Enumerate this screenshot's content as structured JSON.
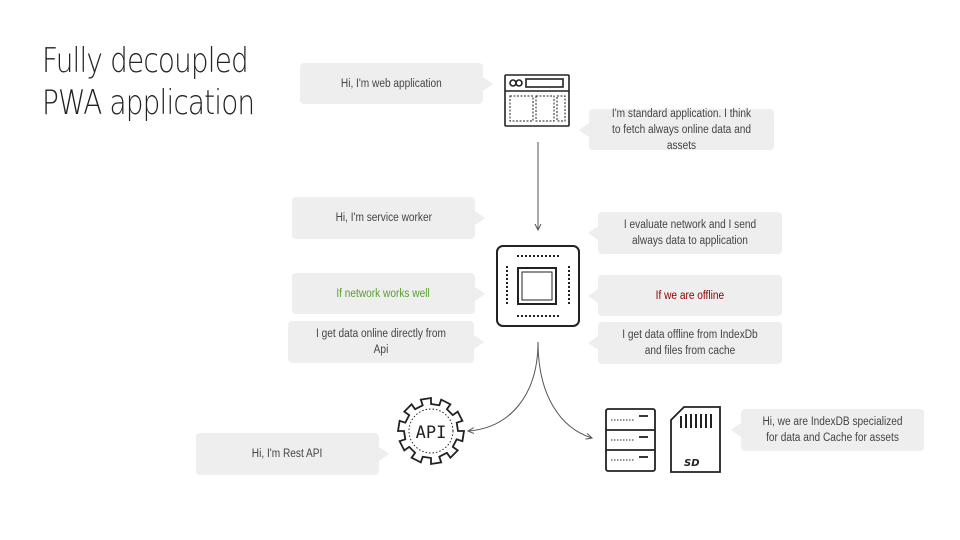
{
  "title": {
    "line1": "Fully decoupled",
    "line2": "PWA application"
  },
  "bubbles": {
    "web_app": "Hi, I'm web application",
    "standard_app": "I'm standard application. I think to fetch always online data and assets",
    "service_worker": "Hi, I'm service worker",
    "evaluate_network": "I evaluate network and I send always data to application",
    "network_works": "If network works well",
    "offline": "If we are offline",
    "data_online": "I get data online directly from Api",
    "data_offline": "I get data offline from IndexDb and files from cache",
    "rest_api": "Hi, I'm Rest API",
    "indexdb_cache": "Hi, we are IndexDB specialized for data and Cache for assets"
  },
  "icons": {
    "browser": "browser-window-icon",
    "chip": "cpu-chip-icon",
    "api": "api-gear-icon",
    "server": "server-rack-icon",
    "sd": "sd-card-icon",
    "api_label": "API",
    "sd_label": "SD"
  },
  "colors": {
    "bubble_bg": "#eeeeee",
    "text": "#444444",
    "online_green": "#5a9e2f",
    "offline_red": "#8b0000",
    "line": "#555555"
  }
}
